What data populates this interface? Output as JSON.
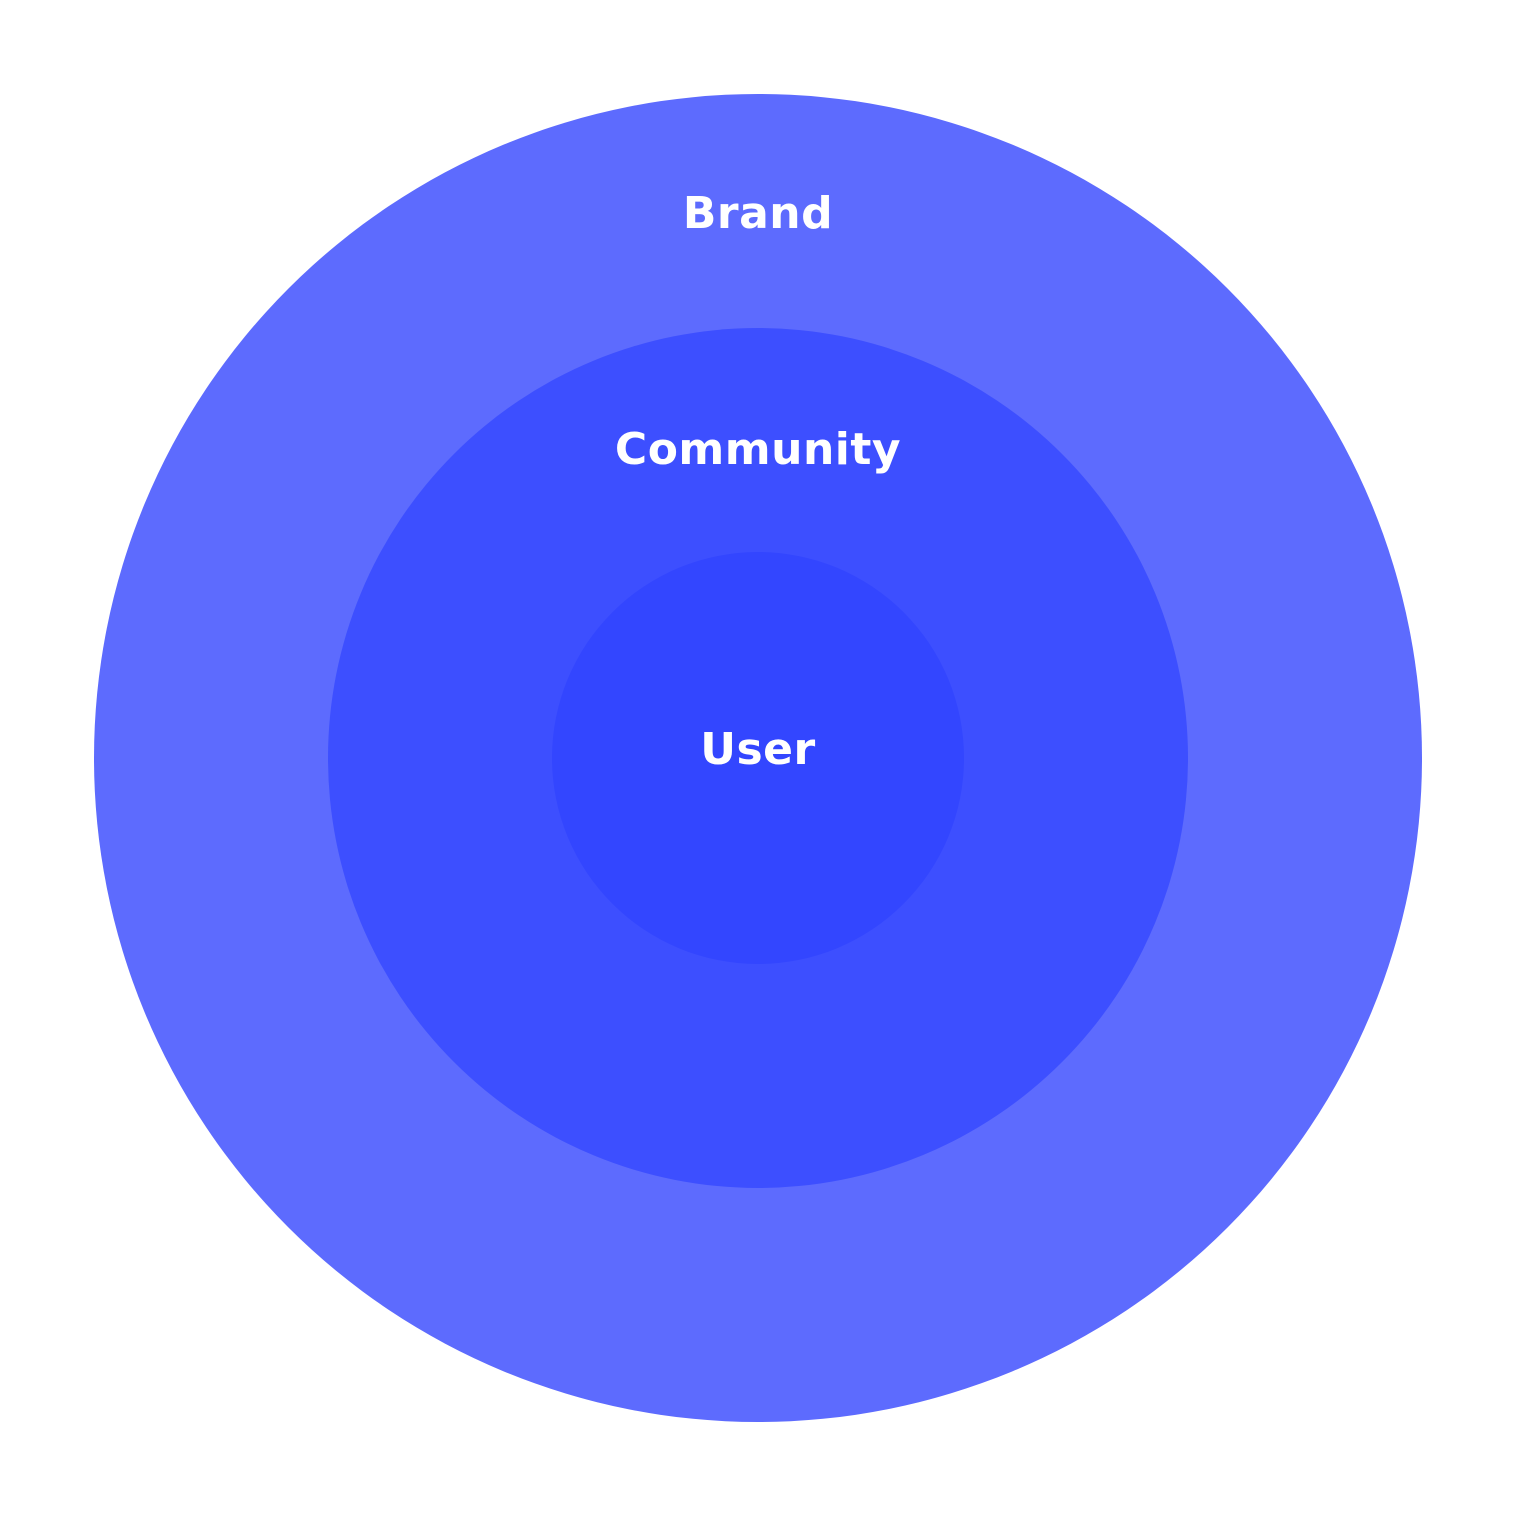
{
  "layers": {
    "outer": {
      "label": "Brand",
      "color": "#5d6bfe"
    },
    "middle": {
      "label": "Community",
      "color": "#3d4fff"
    },
    "inner": {
      "label": "User",
      "color": "#3346ff"
    }
  },
  "label_color": "#ffffff"
}
